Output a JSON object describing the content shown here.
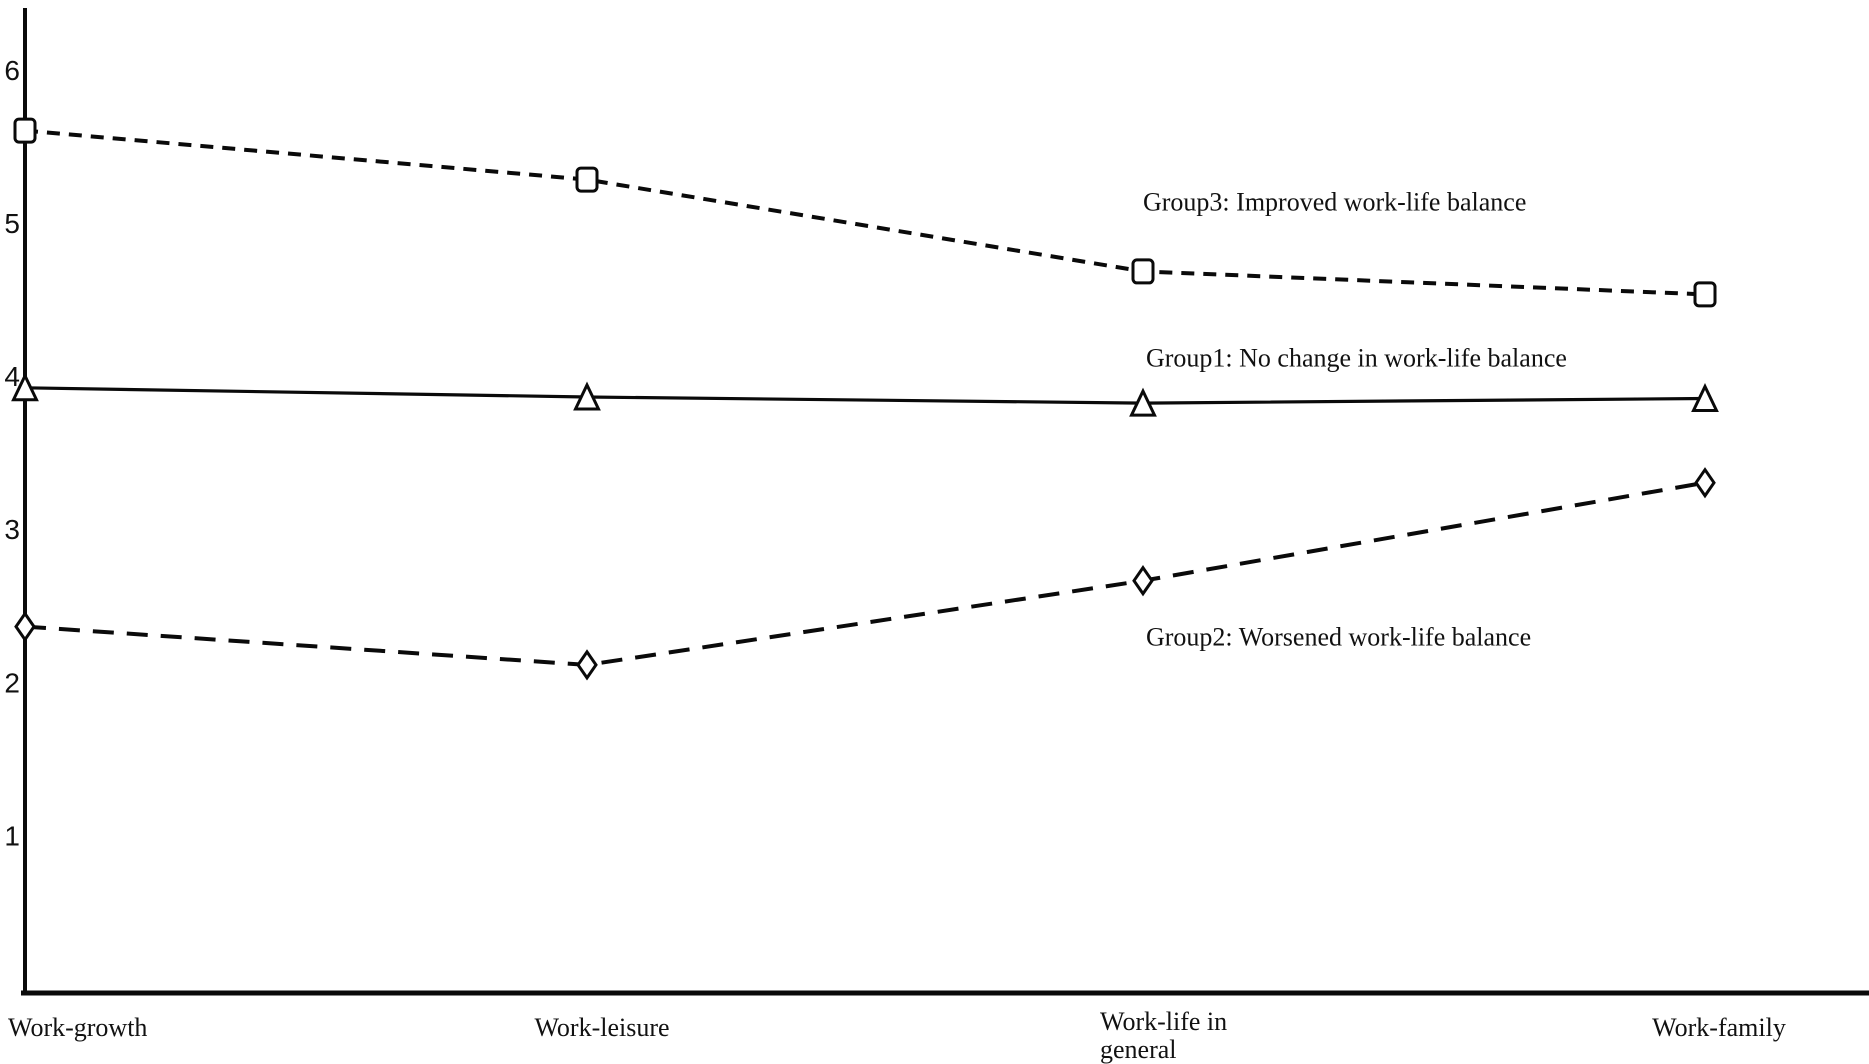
{
  "page": {
    "background": "#ffffff"
  },
  "chart_data": {
    "type": "line",
    "title": "",
    "xlabel": "",
    "ylabel": "",
    "ylim": [
      0,
      6.5
    ],
    "yticks": [
      6,
      5,
      4,
      3,
      2,
      1
    ],
    "grid": false,
    "legend_position": "inline-annotations",
    "categories": [
      "Work-growth",
      "Work-leisure",
      "Work-life in general",
      "Work-family"
    ],
    "x_tick_labels": [
      {
        "lines": [
          "Work-growth"
        ],
        "x": 8,
        "y": 1036,
        "anchor": "start",
        "line_height": 28
      },
      {
        "lines": [
          "Work-leisure"
        ],
        "x": 602,
        "y": 1036,
        "anchor": "middle",
        "line_height": 28
      },
      {
        "lines": [
          "Work-life in",
          "general"
        ],
        "x": 1100,
        "y": 1030,
        "anchor": "start",
        "line_height": 28
      },
      {
        "lines": [
          "Work-family"
        ],
        "x": 1719,
        "y": 1036,
        "anchor": "middle",
        "line_height": 28
      }
    ],
    "series": [
      {
        "name": "Group3",
        "label": "Group3: Improved work-life balance",
        "marker": "square",
        "line_style": "dashed-short",
        "values": [
          5.62,
          5.3,
          4.7,
          4.55
        ]
      },
      {
        "name": "Group1",
        "label": "Group1: No change in work-life balance",
        "marker": "triangle",
        "line_style": "solid",
        "values": [
          3.94,
          3.88,
          3.84,
          3.87
        ]
      },
      {
        "name": "Group2",
        "label": "Group2: Worsened work-life balance",
        "marker": "diamond",
        "line_style": "dashed-long",
        "values": [
          2.38,
          2.13,
          2.68,
          3.32
        ]
      }
    ],
    "annotations": [
      {
        "series": "Group3",
        "text": "Group3: Improved work-life balance",
        "x": 1143,
        "y": 202
      },
      {
        "series": "Group1",
        "text": "Group1: No change in work-life balance",
        "x": 1146,
        "y": 358
      },
      {
        "series": "Group2",
        "text": "Group2: Worsened work-life balance",
        "x": 1146,
        "y": 637
      }
    ],
    "colors": {
      "line": "#0a0a0a",
      "text": "#111111",
      "marker_fill": "#ffffff",
      "background": "#ffffff"
    }
  }
}
